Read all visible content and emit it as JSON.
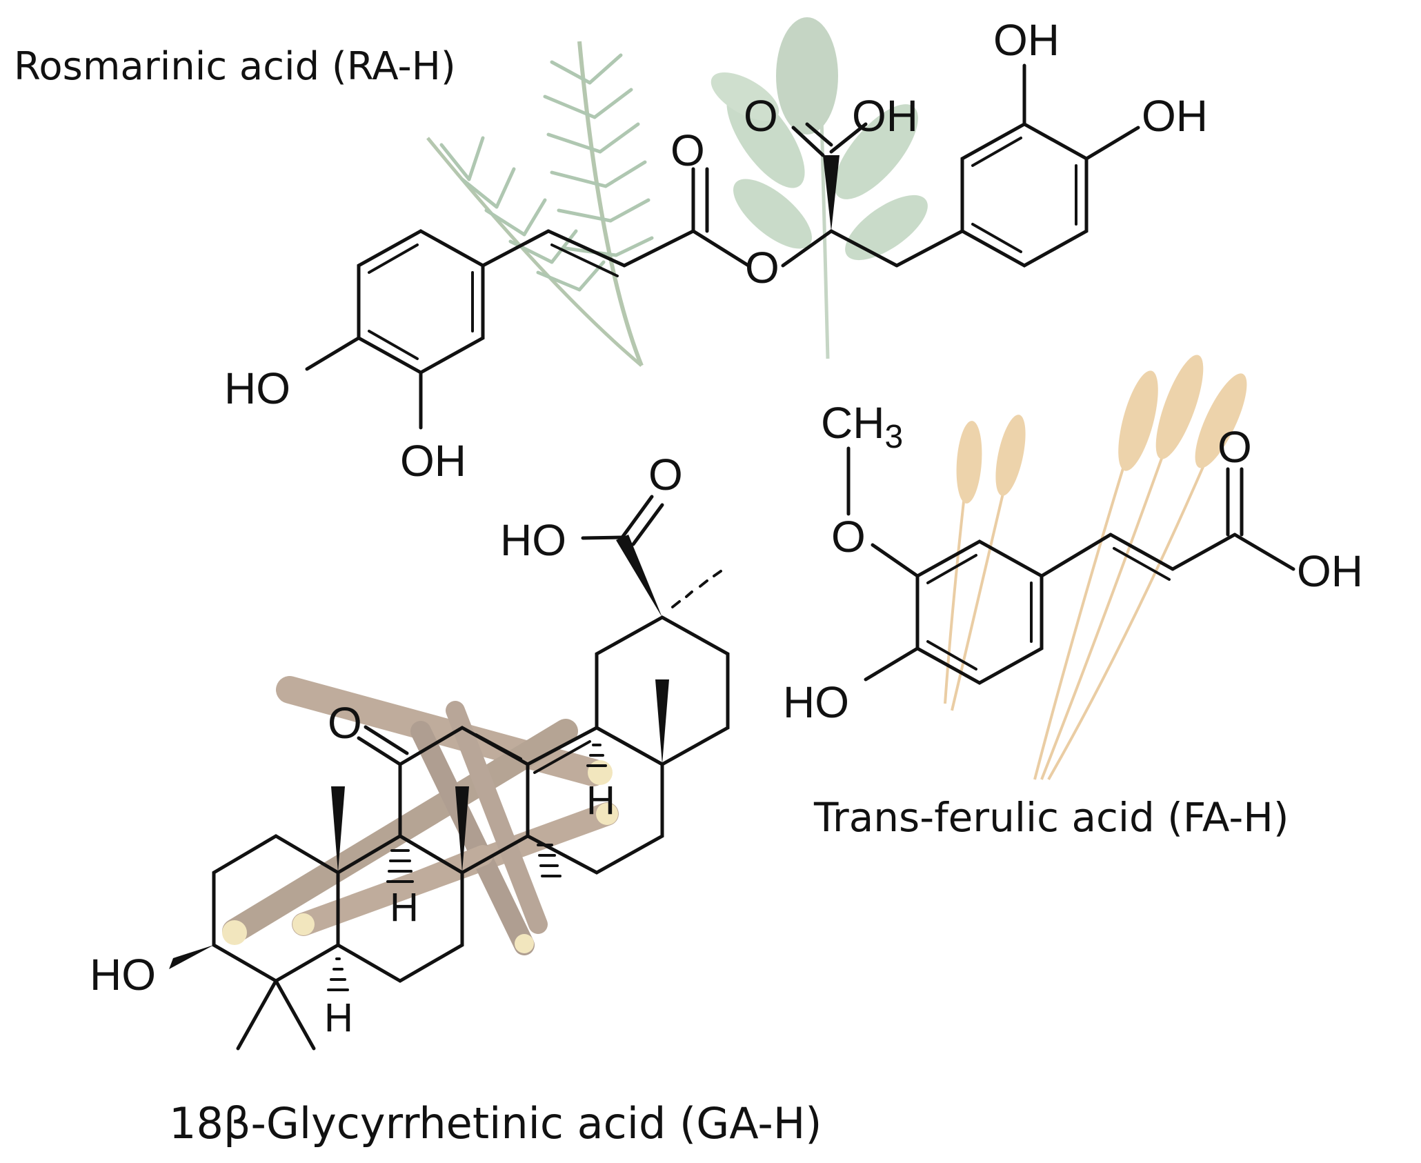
{
  "figure": {
    "compounds": [
      {
        "id": "rosmarinic",
        "caption": "Rosmarinic acid (RA-H)",
        "atom_labels": [
          "OH",
          "OH",
          "O",
          "OH",
          "O",
          "O",
          "HO",
          "OH"
        ]
      },
      {
        "id": "ferulic",
        "caption": "Trans-ferulic acid (FA-H)",
        "atom_labels": [
          "CH3",
          "O",
          "O",
          "OH",
          "HO"
        ]
      },
      {
        "id": "glycyrrhetinic",
        "caption": "18β-Glycyrrhetinic acid (GA-H)",
        "atom_labels": [
          "O",
          "HO",
          "O",
          "H",
          "H",
          "H",
          "HO"
        ]
      }
    ],
    "background_images": [
      "rosemary-sprig",
      "sage-leaves",
      "wheat-ears",
      "licorice-roots"
    ]
  }
}
